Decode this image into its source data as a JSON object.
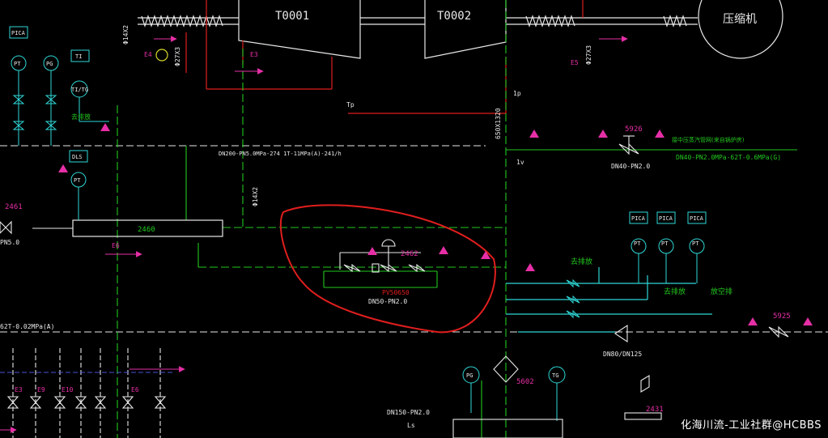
{
  "colors": {
    "white": "#e8e8e8",
    "green": "#22c81e",
    "cyan": "#2fd7d7",
    "red": "#e01e1e",
    "magenta": "#e62fa6",
    "yellow": "#d8d82a",
    "blue": "#4a52d8"
  },
  "labels": {
    "t0001": "T0001",
    "t0002": "T0002",
    "compressor": "压缩机",
    "vessel": "2460",
    "tag_2461": "2461",
    "tag_2462": "2462",
    "tag_5926": "5926",
    "tag_5925": "5925",
    "tag_5602": "5602",
    "tag_2431": "2431",
    "control_valve": "PV50650",
    "line_dn50": "DN50-PN2.0",
    "line_dn200": "DN200-PN5.0MPa-274 1T-11MPa(A)-241/h",
    "line_dn40": "DN40-PN2.0",
    "line_dn40b": "DN40-PN2.0MPa-62T-0.6MPa(G)",
    "line_top_right": "接中压蒸汽管网(来自锅炉房)",
    "line_dn80": "DN80/DN125",
    "line_dn150": "DN150-PN2.0",
    "left_line": "62T-0.02MPa(A)",
    "left_pn": "PN5.0",
    "e3_top": "E3",
    "e4": "E4",
    "e5": "E5",
    "e6a": "E6",
    "e6b": "E6",
    "e3": "E3",
    "e9": "E9",
    "e10": "E10",
    "vertical_1": "Φ14X2",
    "vertical_2": "Φ27X3",
    "vertical_3": "Φ14X2",
    "vertical_4": "Φ27X3",
    "vertical_5": "650X1320",
    "tp": "Tp",
    "lp": "1p",
    "lv": "1v",
    "ls": "Ls",
    "to_drain1": "去排放",
    "to_drain2": "去排放",
    "to_drain3": "去排放",
    "to_blow": "放空排",
    "watermark": "化海川流-工业社群@HCBBS"
  },
  "instruments": {
    "pica_left": "PICA",
    "pt": "PT",
    "pg": "PG",
    "ti": "TI",
    "tltg": "TI/TG",
    "dls": "DLS",
    "pt2": "PT",
    "pica1": "PICA",
    "pica2": "PICA",
    "pica3": "PICA",
    "pt_r1": "PT",
    "pt_r2": "PT",
    "pt_r3": "PT",
    "pg_b": "PG",
    "tg_b": "TG"
  }
}
